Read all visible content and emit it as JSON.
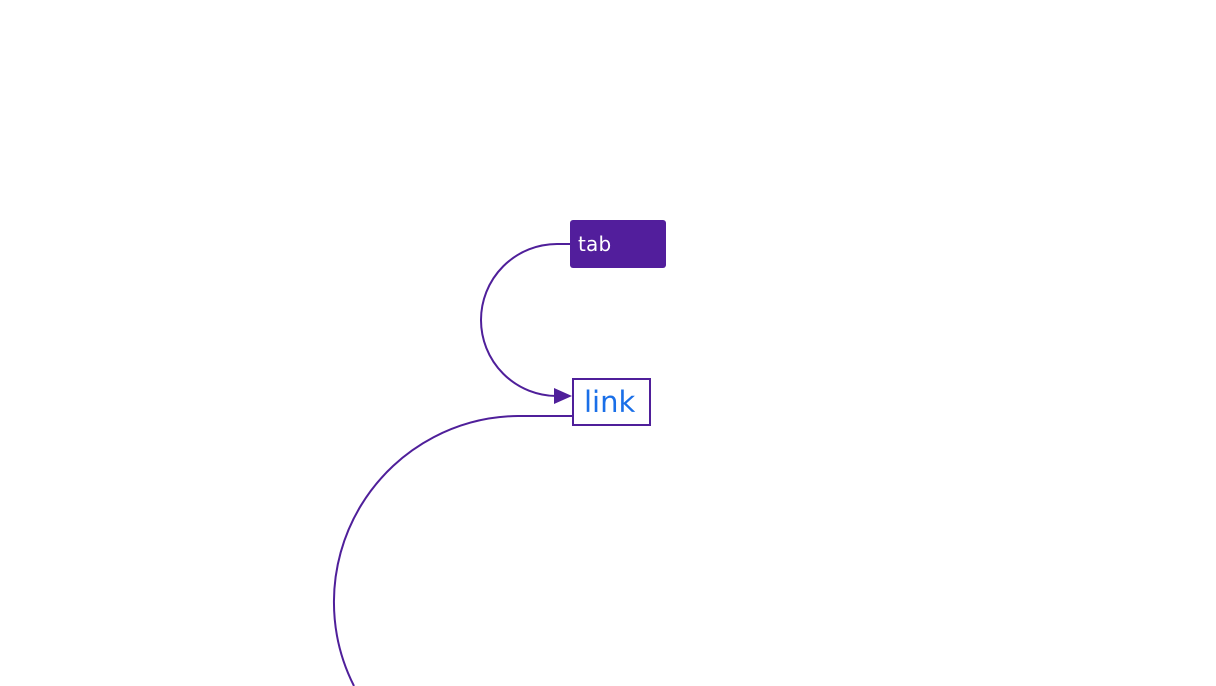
{
  "diagram": {
    "nodes": {
      "tab": {
        "label": "tab"
      },
      "link": {
        "label": "link"
      }
    },
    "edges": [
      {
        "from": "tab",
        "to": "link",
        "arrowhead": true
      },
      {
        "from": "link",
        "to": "",
        "arrowhead": false
      }
    ]
  },
  "colors": {
    "accent": "#4f1f9a",
    "tab_fill": "#521e9c",
    "tab_text": "#ffffff",
    "link_text": "#1a6fe8",
    "background": "#ffffff"
  }
}
